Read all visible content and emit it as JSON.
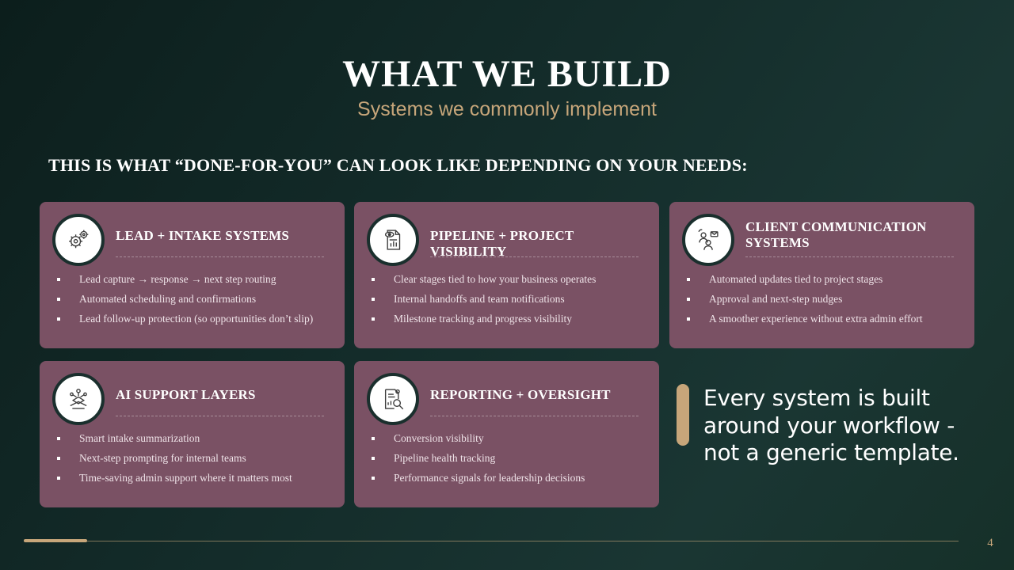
{
  "slide": {
    "title": "WHAT WE BUILD",
    "subtitle": "Systems we commonly implement",
    "lead_heading": "THIS IS WHAT “DONE-FOR-YOU” CAN LOOK LIKE DEPENDING ON YOUR NEEDS:",
    "quote": "Every system is built around your workflow - not a generic template.",
    "page_number": "4"
  },
  "colors": {
    "background": "#132b29",
    "card": "#7a5164",
    "accent_gold": "#c7a67a",
    "icon_ring": "#1a2f2d"
  },
  "cards": [
    {
      "icon": "gears-icon",
      "title": "LEAD + INTAKE SYSTEMS",
      "bullets": [
        "Lead capture → response → next step routing",
        "Automated scheduling and confirmations",
        "Lead follow-up protection (so opportunities don’t slip)"
      ]
    },
    {
      "icon": "report-eye-icon",
      "title": "PIPELINE + PROJECT VISIBILITY",
      "bullets": [
        "Clear stages tied to how your business operates",
        "Internal handoffs and team notifications",
        "Milestone tracking and progress visibility"
      ]
    },
    {
      "icon": "people-message-icon",
      "title": "CLIENT COMMUNICATION SYSTEMS",
      "bullets": [
        "Automated updates tied to project stages",
        "Approval and next-step nudges",
        "A smoother experience without extra admin effort"
      ]
    },
    {
      "icon": "ai-network-icon",
      "title": "AI SUPPORT LAYERS",
      "bullets": [
        "Smart intake summarization",
        "Next-step prompting for internal teams",
        "Time-saving admin support where it matters most"
      ]
    },
    {
      "icon": "report-magnifier-icon",
      "title": "REPORTING + OVERSIGHT",
      "bullets": [
        "Conversion visibility",
        "Pipeline health tracking",
        "Performance signals for leadership decisions"
      ]
    }
  ]
}
